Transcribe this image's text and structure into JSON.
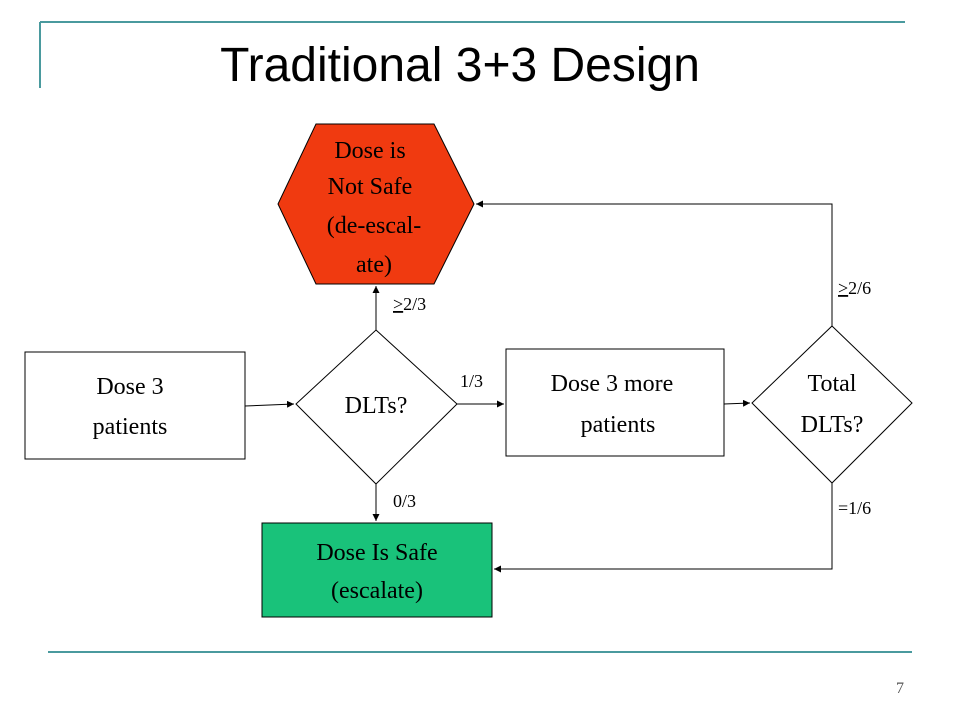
{
  "slide": {
    "title": "Traditional 3+3 Design",
    "page_number": "7"
  },
  "colors": {
    "accent_line": "#4a9a9e",
    "unsafe_fill": "#f03a10",
    "safe_fill": "#19c27a",
    "stroke": "#000000"
  },
  "flowchart": {
    "dose3": {
      "line1": "Dose 3",
      "line2": "patients"
    },
    "dlts": {
      "label": "DLTs?"
    },
    "dose3more": {
      "line1": "Dose 3 more",
      "line2": "patients"
    },
    "total_dlts": {
      "line1": "Total",
      "line2": "DLTs?"
    },
    "not_safe": {
      "line1": "Dose is",
      "line2": "Not Safe",
      "line3": "(de-escal-",
      "line4": "ate)"
    },
    "safe": {
      "line1": "Dose Is Safe",
      "line2": "(escalate)"
    },
    "edges": {
      "ge_2_3": {
        "sym": ">",
        "rest": "2/3"
      },
      "one_third": "1/3",
      "zero_third": "0/3",
      "ge_2_6": {
        "sym": ">",
        "rest": "2/6"
      },
      "eq_1_6": "=1/6"
    }
  }
}
